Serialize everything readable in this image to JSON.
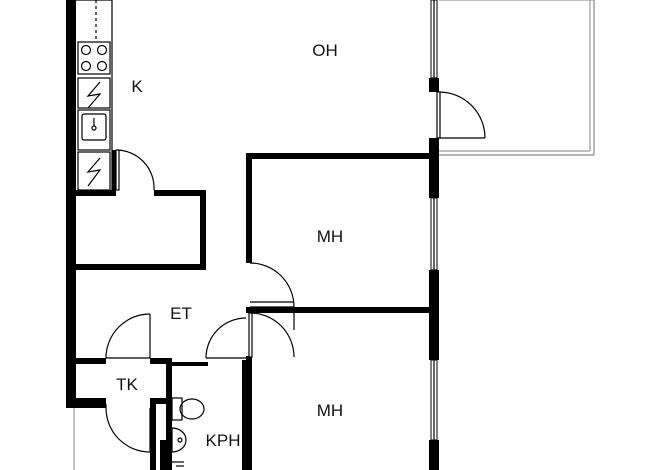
{
  "plan": {
    "rooms": {
      "living": "OH",
      "kitchen": "K",
      "bedroom_upper": "MH",
      "bedroom_lower": "MH",
      "entry": "ET",
      "closet": "TK",
      "bathroom": "KPH"
    }
  }
}
